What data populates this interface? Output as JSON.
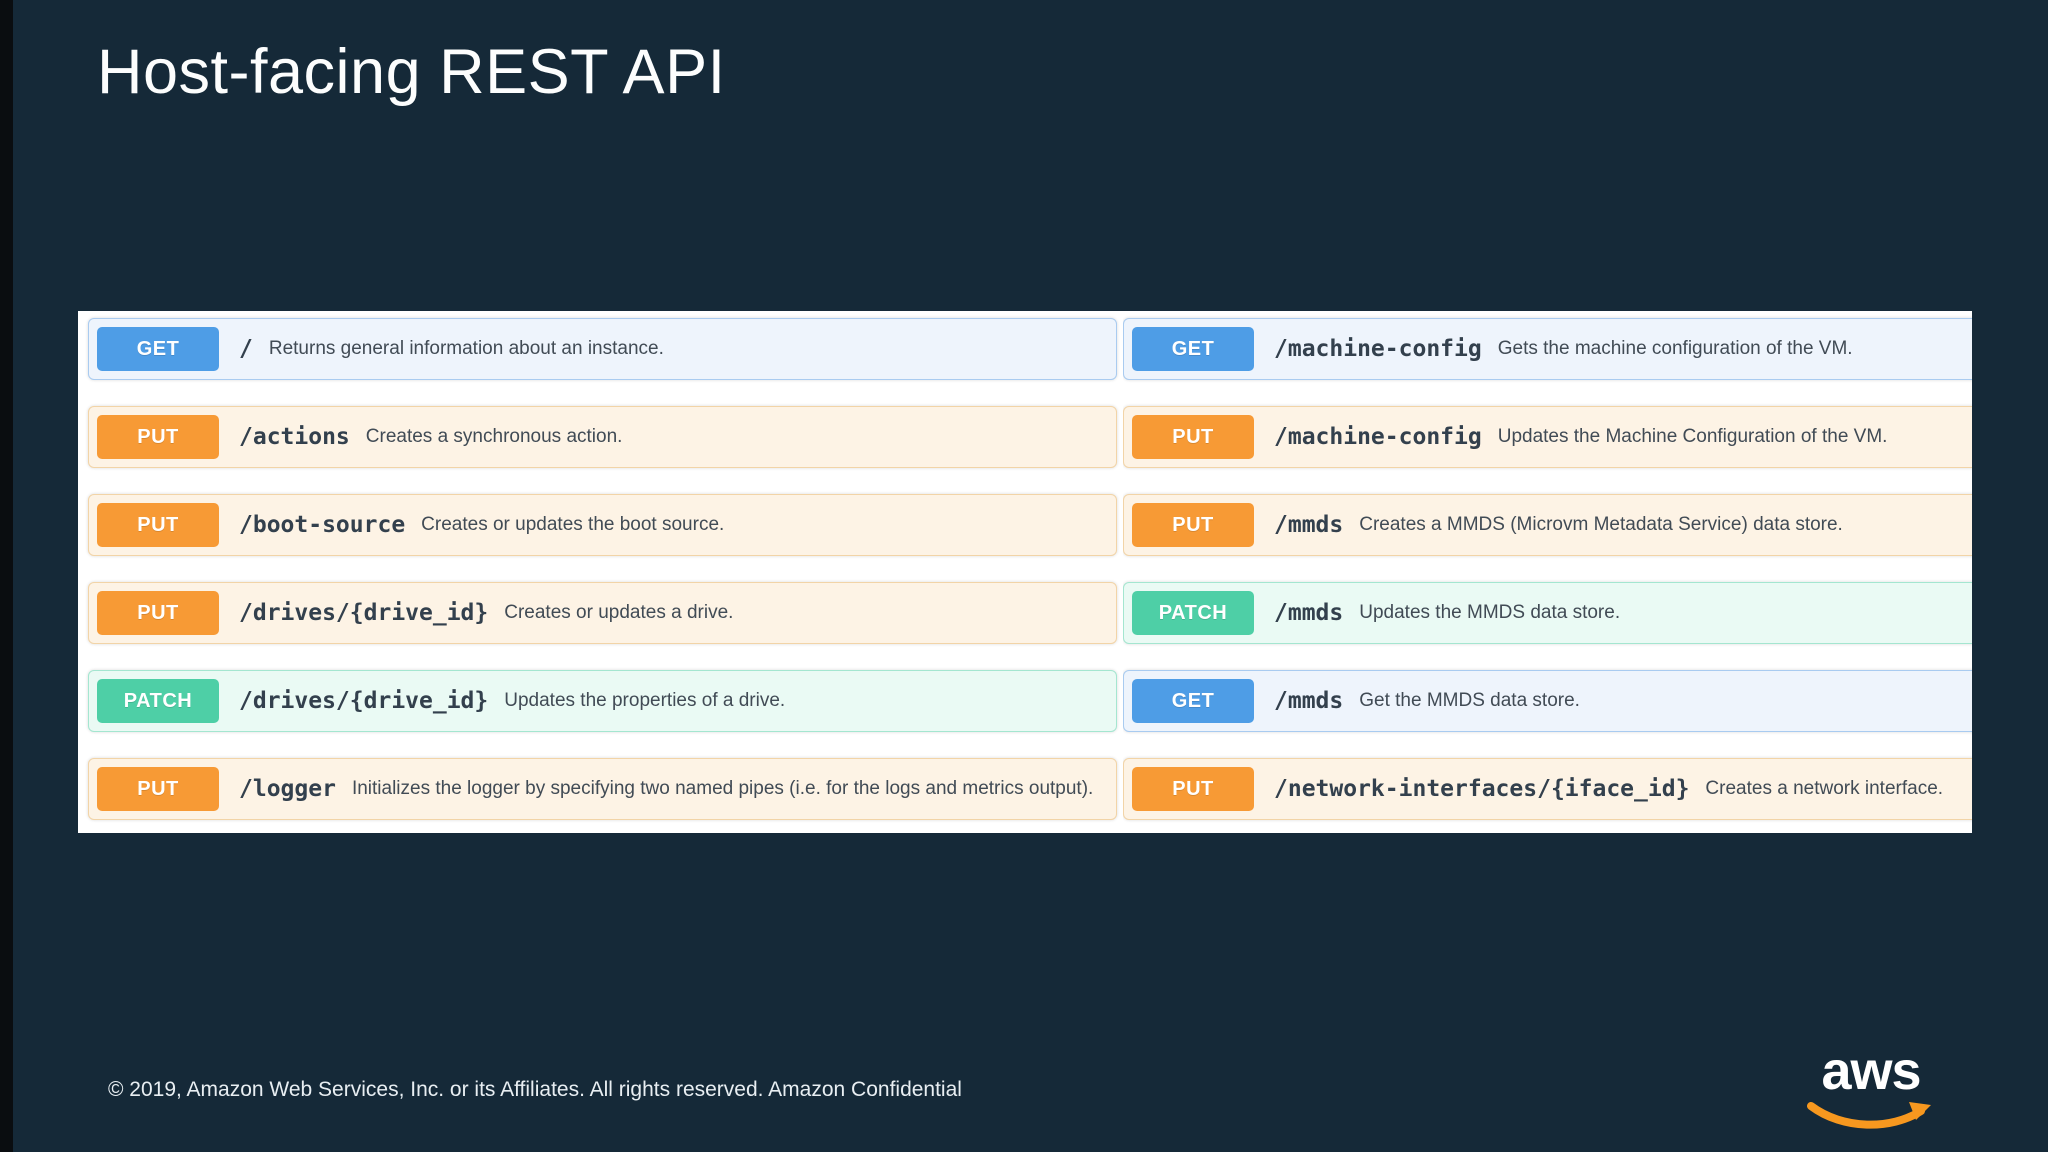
{
  "slide": {
    "title": "Host-facing REST API",
    "footer": "© 2019, Amazon Web Services, Inc. or its Affiliates. All rights reserved. Amazon Confidential",
    "logo_text": "aws"
  },
  "colors": {
    "background": "#152938",
    "panel": "#ffffff",
    "logo_swoosh": "#f7981f"
  },
  "method_styles": {
    "GET": {
      "badge": "#4e9de6",
      "row_bg": "#eef4fc",
      "border": "#a9cbf0"
    },
    "PUT": {
      "badge": "#f79a35",
      "row_bg": "#fdf3e5",
      "border": "#f2d4a7"
    },
    "PATCH": {
      "badge": "#4ecfa6",
      "row_bg": "#eafaf4",
      "border": "#a4e6d0"
    }
  },
  "api": {
    "columns": [
      {
        "rows": [
          {
            "method": "GET",
            "path": "/",
            "description": "Returns general information about an instance."
          },
          {
            "method": "PUT",
            "path": "/actions",
            "description": "Creates a synchronous action."
          },
          {
            "method": "PUT",
            "path": "/boot-source",
            "description": "Creates or updates the boot source."
          },
          {
            "method": "PUT",
            "path": "/drives/{drive_id}",
            "description": "Creates or updates a drive."
          },
          {
            "method": "PATCH",
            "path": "/drives/{drive_id}",
            "description": "Updates the properties of a drive."
          },
          {
            "method": "PUT",
            "path": "/logger",
            "description": "Initializes the logger by specifying two named pipes (i.e. for the logs and metrics output)."
          }
        ]
      },
      {
        "rows": [
          {
            "method": "GET",
            "path": "/machine-config",
            "description": "Gets the machine configuration of the VM."
          },
          {
            "method": "PUT",
            "path": "/machine-config",
            "description": "Updates the Machine Configuration of the VM."
          },
          {
            "method": "PUT",
            "path": "/mmds",
            "description": "Creates a MMDS (Microvm Metadata Service) data store."
          },
          {
            "method": "PATCH",
            "path": "/mmds",
            "description": "Updates the MMDS data store."
          },
          {
            "method": "GET",
            "path": "/mmds",
            "description": "Get the MMDS data store."
          },
          {
            "method": "PUT",
            "path": "/network-interfaces/{iface_id}",
            "description": "Creates a network interface."
          }
        ]
      }
    ]
  }
}
